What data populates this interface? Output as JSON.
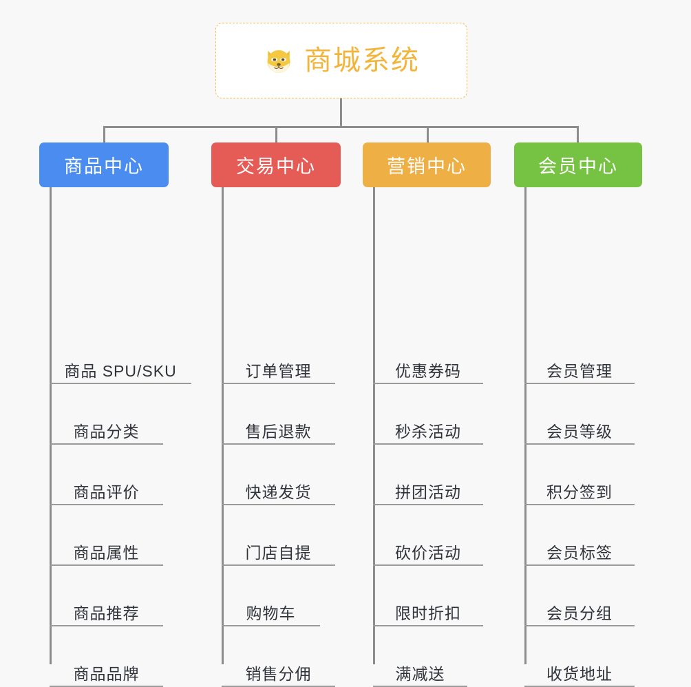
{
  "root": {
    "title": "商城系统",
    "icon": "shiba-dog-face-icon",
    "border_color": "#f0bb5a",
    "text_color": "#f2b53c",
    "background": "#ffffff"
  },
  "canvas": {
    "background": "#f8f8f8",
    "connector_color": "#8c8c8c",
    "leaf_rule_color": "#9a9a9a",
    "leaf_text_color": "#30333a"
  },
  "columns": [
    {
      "header": "商品中心",
      "color": "#4a8cf0",
      "items": [
        "商品 SPU/SKU",
        "商品分类",
        "商品评价",
        "商品属性",
        "商品推荐",
        "商品品牌"
      ]
    },
    {
      "header": "交易中心",
      "color": "#e55b55",
      "items": [
        "订单管理",
        "售后退款",
        "快递发货",
        "门店自提",
        "购物车",
        "销售分佣"
      ]
    },
    {
      "header": "营销中心",
      "color": "#eeaf45",
      "items": [
        "优惠券码",
        "秒杀活动",
        "拼团活动",
        "砍价活动",
        "限时折扣",
        "满减送"
      ]
    },
    {
      "header": "会员中心",
      "color": "#76c343",
      "items": [
        "会员管理",
        "会员等级",
        "积分签到",
        "会员标签",
        "会员分组",
        "收货地址"
      ]
    }
  ]
}
